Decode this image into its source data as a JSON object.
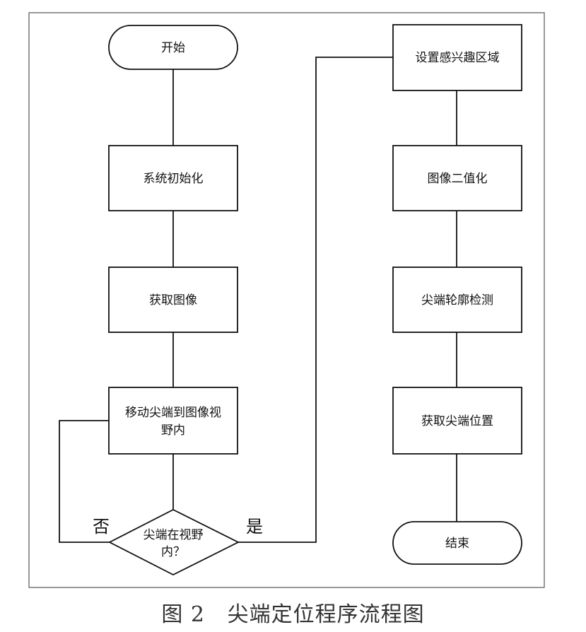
{
  "flowchart": {
    "start": "开始",
    "init": "系统初始化",
    "acquire_image": "获取图像",
    "move_line1": "移动尖端到图像视",
    "move_line2": "野内",
    "decision_line1": "尖端在视野",
    "decision_line2": "内？",
    "branch_no": "否",
    "branch_yes": "是",
    "set_roi": "设置感兴趣区域",
    "binarize": "图像二值化",
    "contour": "尖端轮廓检测",
    "get_position": "获取尖端位置",
    "end": "结束"
  },
  "caption": "图 2   尖端定位程序流程图"
}
